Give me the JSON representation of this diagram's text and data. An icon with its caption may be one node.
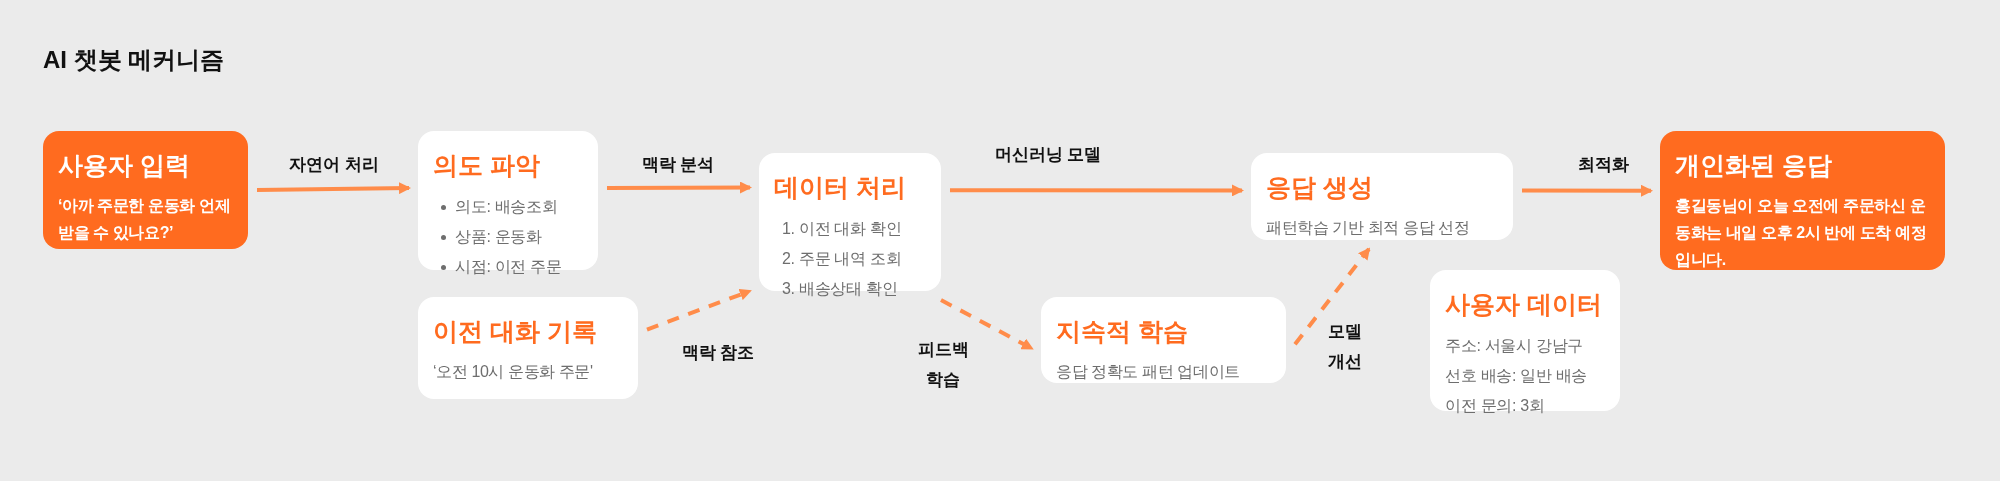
{
  "diagram": {
    "title": "AI 챗봇 메커니즘",
    "nodes": [
      {
        "text": [
          "사용자 입력",
          "‘아까 주문한 운동화 언제 받을 수 있나요?’"
        ]
      },
      {
        "text": [
          "의도 파악",
          "의도: 배송조회",
          "상품: 운동화",
          "시점: 이전 주문"
        ]
      },
      {
        "text": [
          "이전 대화 기록",
          "‘오전 10시 운동화 주문'"
        ]
      },
      {
        "text": [
          "데이터 처리",
          "1. 이전 대화 확인",
          "2. 주문 내역 조회",
          "3. 배송상태 확인"
        ]
      },
      {
        "text": [
          "지속적 학습",
          "응답 정확도 패턴 업데이트"
        ]
      },
      {
        "text": [
          "응답 생성",
          "패턴학습 기반 최적 응답 선정"
        ]
      },
      {
        "text": [
          "사용자 데이터",
          "주소: 서울시 강남구",
          "선호 배송: 일반 배송",
          "이전 문의: 3회"
        ]
      },
      {
        "text": [
          "개인화된 응답",
          "홍길동님이 오늘 오전에 주문하신 운동화는 내일 오후 2시 반에 도착 예정입니다."
        ]
      }
    ],
    "edges": [
      {
        "from": 0,
        "to": 1,
        "arrow": "to",
        "label": "자연어 처리"
      },
      {
        "from": 1,
        "to": 3,
        "arrow": "to",
        "label": "맥락 분석"
      },
      {
        "from": 2,
        "to": 3,
        "arrow": "to",
        "label": "맥락 참조",
        "style": "dashed"
      },
      {
        "from": 3,
        "to": 5,
        "arrow": "to",
        "label": "머신러닝 모델"
      },
      {
        "from": 3,
        "to": 4,
        "arrow": "to",
        "label": "피드백 학습",
        "style": "dashed"
      },
      {
        "from": 4,
        "to": 5,
        "arrow": "to",
        "label": "모델 개선",
        "style": "dashed"
      },
      {
        "from": 5,
        "to": 7,
        "arrow": "to",
        "label": "최적화"
      }
    ]
  }
}
